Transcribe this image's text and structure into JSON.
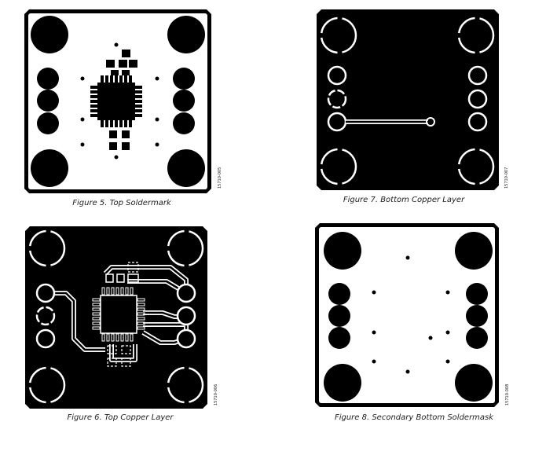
{
  "figures": [
    {
      "caption": "Figure 5. Top Soldermark",
      "code": "15710-005"
    },
    {
      "caption": "Figure 6. Top Copper Layer",
      "code": "15710-006"
    },
    {
      "caption": "Figure 7. Bottom Copper Layer",
      "code": "15710-007"
    },
    {
      "caption": "Figure 8. Secondary Bottom Soldermask",
      "code": "15710-008"
    }
  ],
  "colors": {
    "board": "#000000",
    "copper": "#ffffff",
    "background": "#ffffff"
  }
}
